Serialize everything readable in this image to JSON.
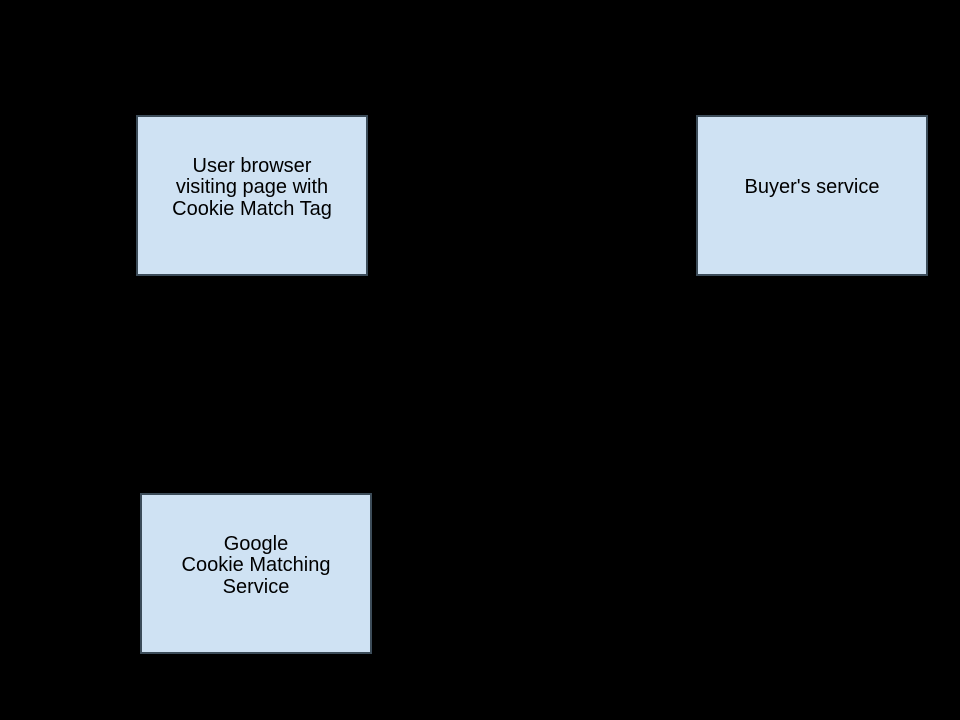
{
  "diagram": {
    "description": "Flowchart nodes on black background (cookie matching flow)",
    "background_color": "#000000",
    "node_fill_color": "#cfe2f3",
    "node_border_color": "#3c4c59",
    "text_color": "#000000",
    "nodes": [
      {
        "id": "user-browser",
        "lines": [
          "User browser",
          "visiting page with",
          "Cookie Match Tag"
        ]
      },
      {
        "id": "buyers-service",
        "lines": [
          "Buyer's service"
        ]
      },
      {
        "id": "google-cookie-matching-service",
        "lines": [
          "Google",
          "Cookie Matching",
          "Service"
        ]
      }
    ]
  }
}
